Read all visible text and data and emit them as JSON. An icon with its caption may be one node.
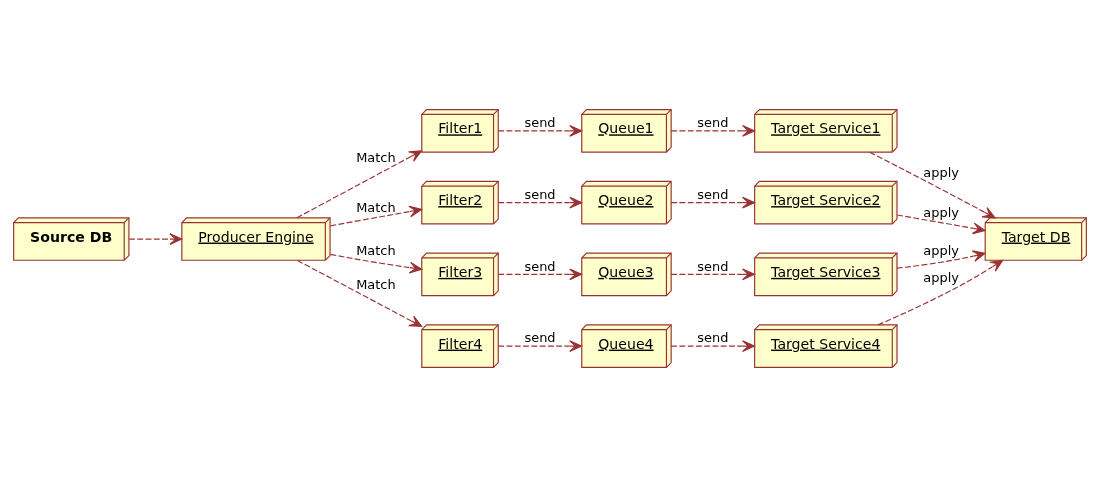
{
  "diagram": {
    "nodes": [
      {
        "text": [
          "Source DB"
        ]
      },
      {
        "text": [
          "Producer Engine"
        ]
      },
      {
        "text": [
          "Filter1"
        ]
      },
      {
        "text": [
          "Filter2"
        ]
      },
      {
        "text": [
          "Filter3"
        ]
      },
      {
        "text": [
          "Filter4"
        ]
      },
      {
        "text": [
          "Queue1"
        ]
      },
      {
        "text": [
          "Queue2"
        ]
      },
      {
        "text": [
          "Queue3"
        ]
      },
      {
        "text": [
          "Queue4"
        ]
      },
      {
        "text": [
          "Target Service1"
        ]
      },
      {
        "text": [
          "Target Service2"
        ]
      },
      {
        "text": [
          "Target Service3"
        ]
      },
      {
        "text": [
          "Target Service4"
        ]
      },
      {
        "text": [
          "Target DB"
        ]
      }
    ],
    "edges": [
      {
        "from": 0,
        "to": 1,
        "arrow": "to",
        "style": "dashed"
      },
      {
        "from": 1,
        "to": 2,
        "label": "Match",
        "arrow": "to",
        "style": "dashed"
      },
      {
        "from": 1,
        "to": 3,
        "label": "Match",
        "arrow": "to",
        "style": "dashed"
      },
      {
        "from": 1,
        "to": 4,
        "label": "Match",
        "arrow": "to",
        "style": "dashed"
      },
      {
        "from": 1,
        "to": 5,
        "label": "Match",
        "arrow": "to",
        "style": "dashed"
      },
      {
        "from": 2,
        "to": 6,
        "label": "send",
        "arrow": "to",
        "style": "dashed"
      },
      {
        "from": 6,
        "to": 10,
        "label": "send",
        "arrow": "to",
        "style": "dashed"
      },
      {
        "from": 3,
        "to": 7,
        "label": "send",
        "arrow": "to",
        "style": "dashed"
      },
      {
        "from": 7,
        "to": 11,
        "label": "send",
        "arrow": "to",
        "style": "dashed"
      },
      {
        "from": 4,
        "to": 8,
        "label": "send",
        "arrow": "to",
        "style": "dashed"
      },
      {
        "from": 8,
        "to": 12,
        "label": "send",
        "arrow": "to",
        "style": "dashed"
      },
      {
        "from": 5,
        "to": 9,
        "label": "send",
        "arrow": "to",
        "style": "dashed"
      },
      {
        "from": 9,
        "to": 13,
        "label": "send",
        "arrow": "to",
        "style": "dashed"
      },
      {
        "from": 10,
        "to": 14,
        "label": "apply",
        "arrow": "to",
        "style": "dashed"
      },
      {
        "from": 11,
        "to": 14,
        "label": "apply",
        "arrow": "to",
        "style": "dashed"
      },
      {
        "from": 12,
        "to": 14,
        "label": "apply",
        "arrow": "to",
        "style": "dashed"
      },
      {
        "from": 13,
        "to": 14,
        "label": "apply",
        "arrow": "to",
        "style": "dashed"
      }
    ]
  }
}
